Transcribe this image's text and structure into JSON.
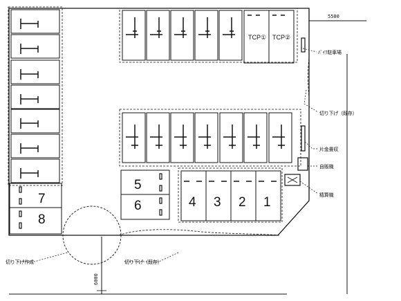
{
  "dimensions": {
    "top_right": "5500",
    "bottom": "6000"
  },
  "tcp_labels": [
    "TCP①",
    "TCP②"
  ],
  "lots_right": [
    "4",
    "3",
    "2",
    "1"
  ],
  "lots_center": [
    "5",
    "6"
  ],
  "lots_left": [
    "7",
    "8"
  ],
  "annotations": {
    "bike_parking": "ﾊﾞｲｸ駐車場",
    "cut_existing": "切り下げ（既存）",
    "guard_post": "片金畳収",
    "vending_machine": "自販機",
    "kiosk": "精算機",
    "cut_new": "切り下げ作成",
    "cut_existing_bottom": "切り下げ（既存）"
  },
  "colors": {
    "line": "#111111",
    "background": "#ffffff"
  }
}
